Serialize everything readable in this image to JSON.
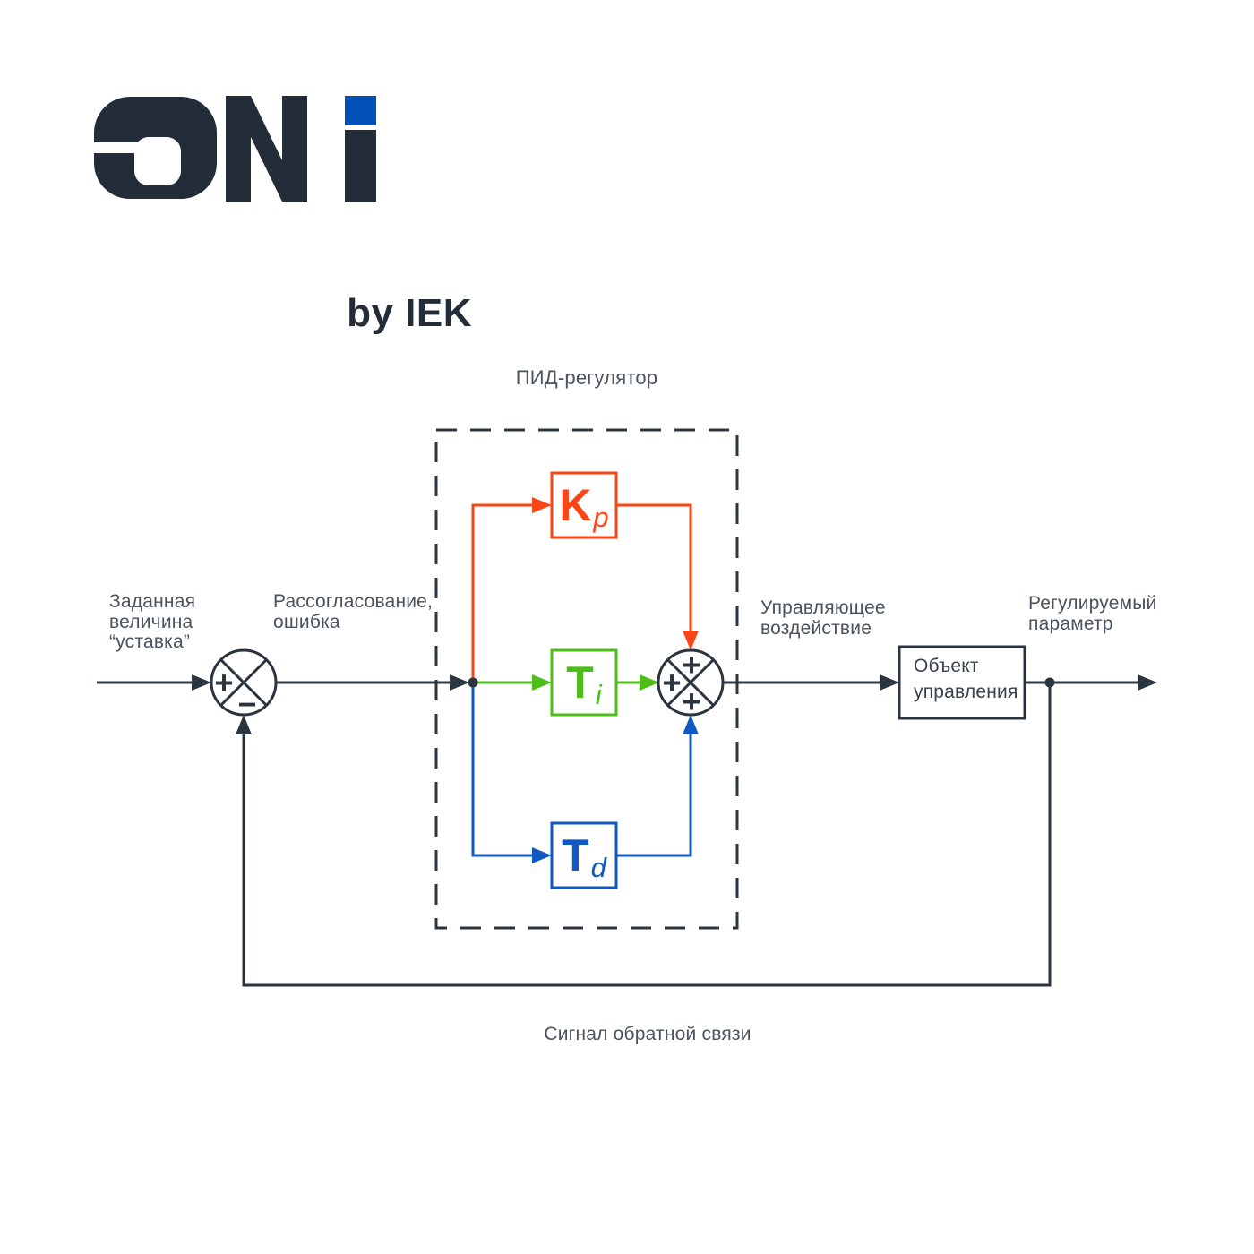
{
  "logo": {
    "wordmark": "ONi",
    "byline": "by IEK"
  },
  "colors": {
    "dark_logo": "#232d39",
    "logo_blue": "#0050b5",
    "line": "#2b3540",
    "label_gray": "#4a535e",
    "orange": "#fa4616",
    "green": "#4bbe17",
    "blue": "#1059c2"
  },
  "diagram": {
    "title": "ПИД-регулятор",
    "labels": {
      "setpoint": "Заданная\nвеличина\n“уставка”",
      "error": "Рассогласование,\nошибка",
      "control": "Управляющее\nвоздействие",
      "output": "Регулируемый\nпараметр",
      "feedback": "Сигнал обратной связи"
    },
    "blocks": {
      "kp": {
        "main": "K",
        "sub": "p"
      },
      "ti": {
        "main": "T",
        "sub": "i"
      },
      "td": {
        "main": "T",
        "sub": "d"
      },
      "plant": "Объект\nуправления"
    },
    "signs": {
      "plus": "+",
      "minus": "−"
    }
  }
}
